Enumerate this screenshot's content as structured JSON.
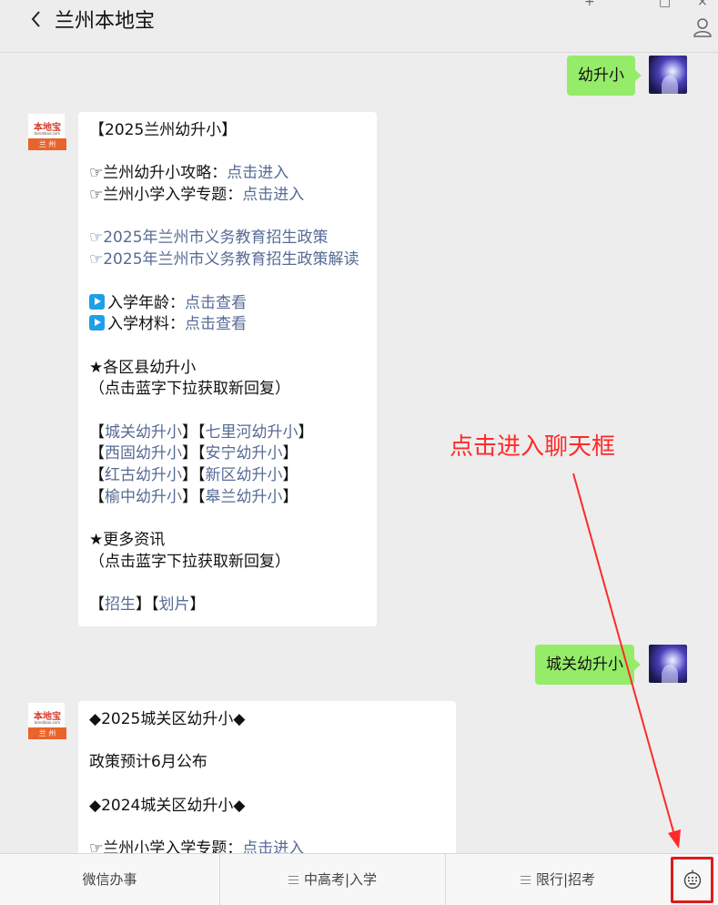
{
  "header": {
    "title": "兰州本地宝",
    "back_icon": "chevron-left-icon",
    "window_controls": [
      "+",
      "□",
      "×"
    ],
    "profile_icon": "person-icon"
  },
  "bot_avatar": {
    "brand": "本地宝",
    "url": "bendibao.com",
    "city": "兰 州"
  },
  "messages": {
    "user1": "幼升小",
    "bot1": {
      "title": "【2025兰州幼升小】",
      "guide_prefix": "☞兰州幼升小攻略：",
      "guide_link": "点击进入",
      "topic_prefix": "☞兰州小学入学专题：",
      "topic_link": "点击进入",
      "policy": "☞2025年兰州市义务教育招生政策",
      "policy_read": "☞2025年兰州市义务教育招生政策解读",
      "age_label": "入学年龄：",
      "age_link": "点击查看",
      "materials_label": "入学材料：",
      "materials_link": "点击查看",
      "districts_heading": "★各区县幼升小",
      "districts_hint": "（点击蓝字下拉获取新回复）",
      "districts": [
        [
          "城关幼升小",
          "七里河幼升小"
        ],
        [
          "西固幼升小",
          "安宁幼升小"
        ],
        [
          "红古幼升小",
          "新区幼升小"
        ],
        [
          "榆中幼升小",
          "皋兰幼升小"
        ]
      ],
      "more_heading": "★更多资讯",
      "more_hint": "（点击蓝字下拉获取新回复）",
      "more_links": [
        "招生",
        "划片"
      ]
    },
    "user2": "城关幼升小",
    "bot2": {
      "line1": "◆2025城关区幼升小◆",
      "line2": "政策预计6月公布",
      "line3": "◆2024城关区幼升小◆",
      "line4_prefix": "☞兰州小学入学专题：",
      "line4_link": "点击进入"
    }
  },
  "annotation": {
    "text": "点击进入聊天框",
    "color": "#ff2a2a"
  },
  "bottom_menu": {
    "item1": "微信办事",
    "item2": "中高考|入学",
    "item3": "限行|招考",
    "keyboard_icon": "keyboard-icon"
  },
  "colors": {
    "bubble_green": "#95ec69",
    "link_blue": "#576b95",
    "annotation_red": "#ff2a2a"
  }
}
